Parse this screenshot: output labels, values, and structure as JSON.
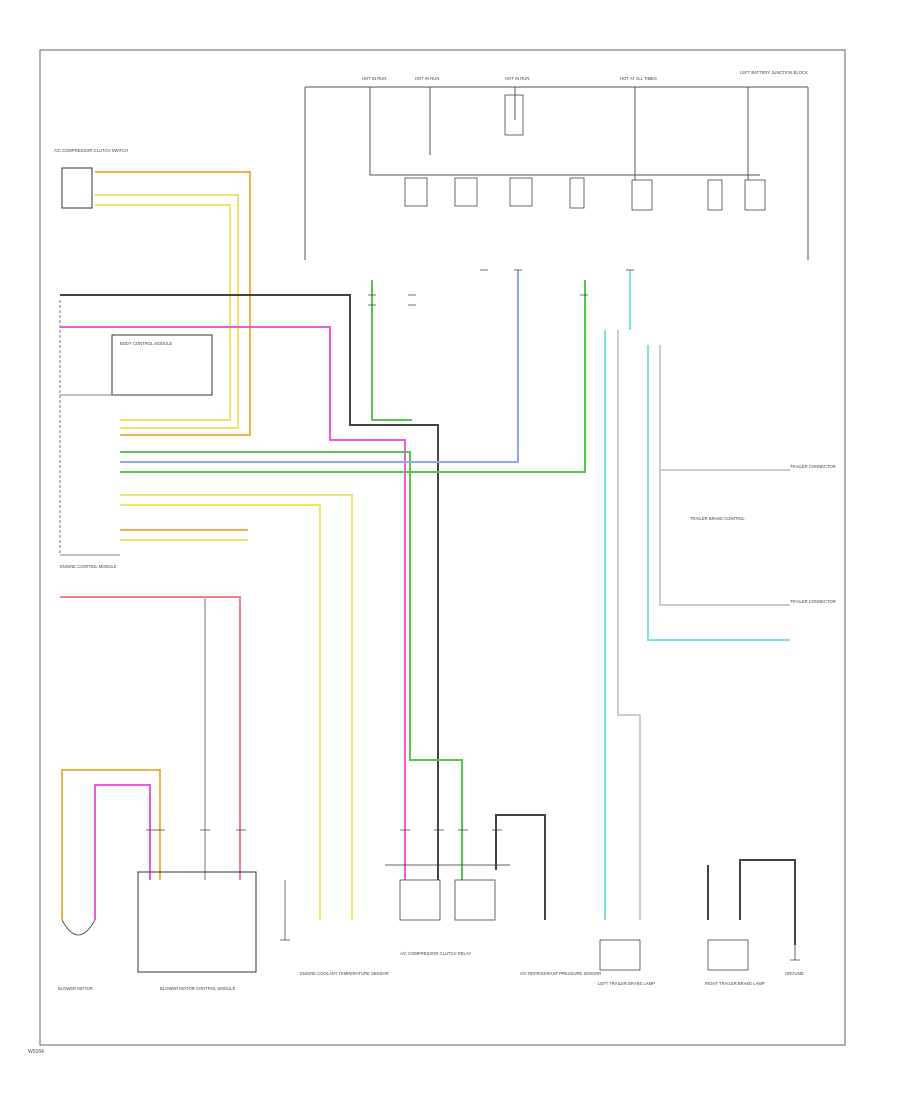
{
  "diagram": {
    "footer_code": "W0164",
    "top_fuse_labels": [
      "HOT IN RUN",
      "HOT IN RUN",
      "HOT IN RUN",
      "HOT AT ALL TIMES",
      "LEFT BATTERY JUNCTION BLOCK"
    ],
    "left_module_title": "BODY CONTROL MODULE",
    "top_left_switch": "A/C COMPRESSOR CLUTCH SWITCH",
    "engine_control_label": "ENGINE CONTROL MODULE",
    "bottom_components": [
      "BLOWER MOTOR",
      "BLOWER MOTOR CONTROL MODULE",
      "ENGINE COOLANT TEMPERATURE SENSOR",
      "A/C COMPRESSOR CLUTCH RELAY",
      "A/C REFRIGERANT PRESSURE SENSOR",
      "LEFT TRAILER BRAKE LAMP",
      "RIGHT TRAILER BRAKE LAMP",
      "GROUND"
    ],
    "right_side_labels": [
      "TRAILER CONNECTOR",
      "TRAILER BRAKE CONTROL",
      "TRAILER CONNECTOR"
    ],
    "wire_colors": {
      "orange": "#f2b34d",
      "yellow": "#f3e26a",
      "magenta": "#f05ad8",
      "black": "#444444",
      "green": "#52c94e",
      "blue": "#8fa6f0",
      "cyan": "#7fe0e6",
      "red": "#f07f86",
      "gray": "#bbbbbb"
    }
  }
}
